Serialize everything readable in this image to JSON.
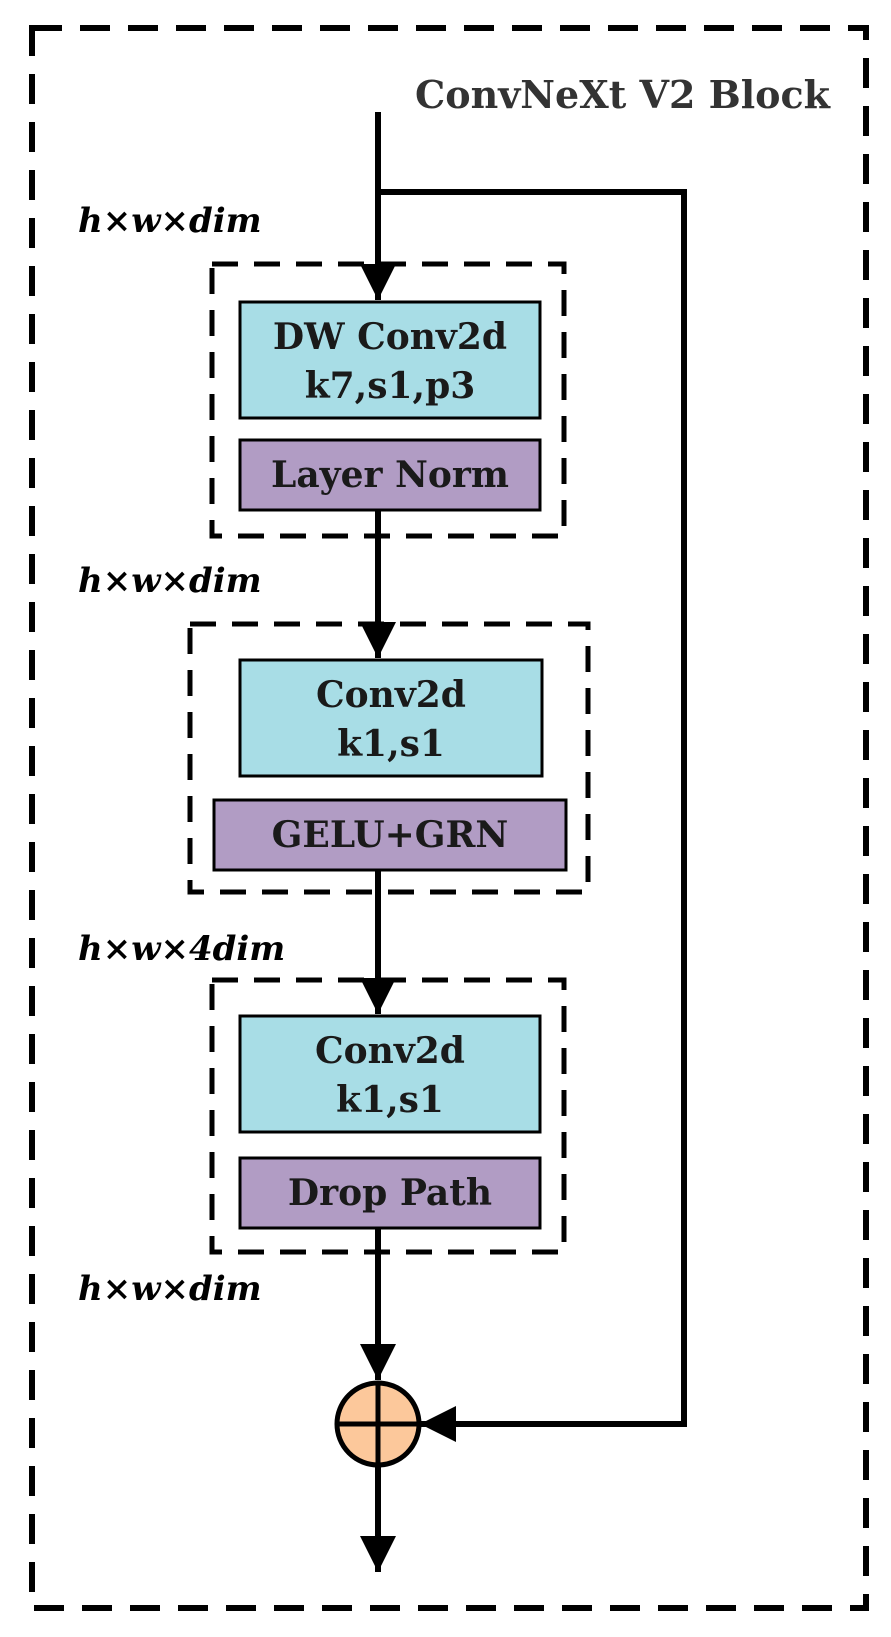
{
  "title": "ConvNeXt V2 Block",
  "dims": {
    "input": "h×w×dim",
    "after_norm": "h×w×dim",
    "after_gelu": "h×w×4dim",
    "after_drop": "h×w×dim"
  },
  "stage1": {
    "conv_line1": "DW Conv2d",
    "conv_line2": "k7,s1,p3",
    "norm": "Layer Norm"
  },
  "stage2": {
    "conv_line1": "Conv2d",
    "conv_line2": "k1,s1",
    "act": "GELU+GRN"
  },
  "stage3": {
    "conv_line1": "Conv2d",
    "conv_line2": "k1,s1",
    "drop": "Drop Path"
  },
  "colors": {
    "conv_box": "#a8dde6",
    "norm_box": "#b19cc4",
    "add_node": "#fcc89b"
  }
}
